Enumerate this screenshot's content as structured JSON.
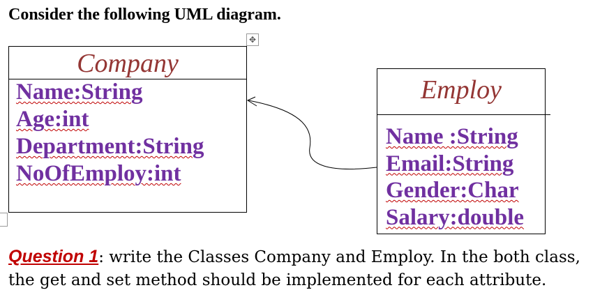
{
  "heading": "Consider the following UML diagram.",
  "classes": [
    {
      "name": "Company",
      "attributes": [
        "Name:String",
        "Age:int",
        "Department:String",
        "NoOfEmploy:int"
      ]
    },
    {
      "name": "Employ",
      "attributes": [
        "Name :String",
        "Email:String",
        "Gender:Char",
        "Salary:double"
      ]
    }
  ],
  "relationship": {
    "from": "Employ",
    "to": "Company",
    "arrow": "open"
  },
  "question": {
    "label": "Question 1",
    "colon": ":",
    "text": " write the Classes Company and Employ. In the both class, the get and set method should be implemented for each attribute."
  },
  "colors": {
    "class_name": "#943634",
    "attribute": "#7030a0",
    "question_label": "#c00000",
    "spell_underline": "#c00000"
  },
  "icons": {
    "move_handle": "move-arrows-icon"
  }
}
